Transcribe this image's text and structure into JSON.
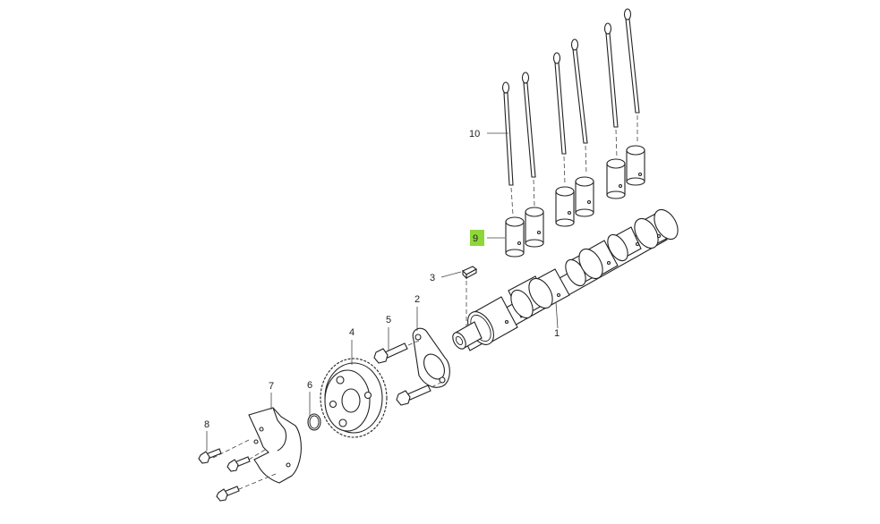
{
  "callouts": {
    "c1": "1",
    "c2": "2",
    "c3": "3",
    "c4": "4",
    "c5": "5",
    "c6": "6",
    "c7": "7",
    "c8": "8",
    "c9": "9",
    "c10": "10"
  },
  "highlight": {
    "callout": "9",
    "color": "#8fd63b"
  },
  "colors": {
    "line": "#222222",
    "background": "#ffffff"
  }
}
